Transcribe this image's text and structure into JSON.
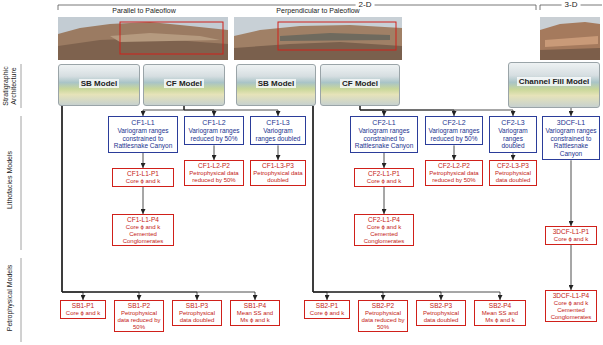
{
  "diagram": {
    "nodes": [
      {
        "text": [
          "SB Model"
        ]
      },
      {
        "text": [
          "CF Model"
        ]
      },
      {
        "text": [
          "SB Model"
        ]
      },
      {
        "text": [
          "CF Model"
        ]
      },
      {
        "text": [
          "Channel Fill Model"
        ]
      },
      {
        "text": [
          "CF1-L1",
          "Variogram ranges constrained to Rattlesnake Canyon"
        ]
      },
      {
        "text": [
          "CF1-L2",
          "Variogram ranges reduced by 50%"
        ]
      },
      {
        "text": [
          "CF1-L3",
          "Variogram ranges doubled"
        ]
      },
      {
        "text": [
          "CF2-L1",
          "Variogram ranges constrained to Rattlesnake Canyon"
        ]
      },
      {
        "text": [
          "CF2-L2",
          "Variogram ranges reduced by 50%"
        ]
      },
      {
        "text": [
          "CF2-L3",
          "Variogram ranges doubled"
        ]
      },
      {
        "text": [
          "3DCF-L1",
          "Variogram ranges constrained to Rattlesnake Canyon"
        ]
      },
      {
        "text": [
          "CF1-L1-P1",
          "Core ϕ and k"
        ]
      },
      {
        "text": [
          "CF1-L2-P2",
          "Petrophysical data reduced by 50%"
        ]
      },
      {
        "text": [
          "CF1-L3-P3",
          "Petrophysical data doubled"
        ]
      },
      {
        "text": [
          "CF2-L1-P1",
          "Core ϕ and k"
        ]
      },
      {
        "text": [
          "CF2-L2-P2",
          "Petrophysical data reduced by 50%"
        ]
      },
      {
        "text": [
          "CF2-L3-P3",
          "Petrophysical data doubled"
        ]
      },
      {
        "text": [
          "CF1-L1-P4",
          "Core ϕ and k Cemented Conglomerates"
        ]
      },
      {
        "text": [
          "CF2-L1-P4",
          "Core ϕ and k Cemented Conglomerates"
        ]
      },
      {
        "text": [
          "3DCF-L1-P1",
          "Core ϕ and k"
        ]
      },
      {
        "text": [
          "3DCF-L1-P4",
          "Core ϕ and k Cemented Conglomerates"
        ]
      },
      {
        "text": [
          "SB1-P1",
          "Core ϕ and k"
        ]
      },
      {
        "text": [
          "SB1-P2",
          "Petrophysical data reduced by 50%"
        ]
      },
      {
        "text": [
          "SB1-P3",
          "Petrophysical data doubled"
        ]
      },
      {
        "text": [
          "SB1-P4",
          "Mean SS and Ms ϕ and k"
        ]
      },
      {
        "text": [
          "SB2-P1",
          "Core ϕ and k"
        ]
      },
      {
        "text": [
          "SB2-P2",
          "Petrophysical data reduced by 50%"
        ]
      },
      {
        "text": [
          "SB2-P3",
          "Petrophysical data doubled"
        ]
      },
      {
        "text": [
          "SB2-P4",
          "Mean SS and Ms ϕ and k"
        ]
      }
    ],
    "edges": [
      {
        "from": 1,
        "to": 5,
        "arrow": "to"
      },
      {
        "from": 1,
        "to": 6,
        "arrow": "to"
      },
      {
        "from": 1,
        "to": 7,
        "arrow": "to"
      },
      {
        "from": 3,
        "to": 8,
        "arrow": "to"
      },
      {
        "from": 3,
        "to": 9,
        "arrow": "to"
      },
      {
        "from": 3,
        "to": 10,
        "arrow": "to"
      },
      {
        "from": 4,
        "to": 11,
        "arrow": "to"
      },
      {
        "from": 5,
        "to": 12,
        "arrow": "to"
      },
      {
        "from": 12,
        "to": 18,
        "arrow": "to"
      },
      {
        "from": 6,
        "to": 13,
        "arrow": "to"
      },
      {
        "from": 7,
        "to": 14,
        "arrow": "to"
      },
      {
        "from": 8,
        "to": 15,
        "arrow": "to"
      },
      {
        "from": 15,
        "to": 19,
        "arrow": "to"
      },
      {
        "from": 9,
        "to": 16,
        "arrow": "to"
      },
      {
        "from": 10,
        "to": 17,
        "arrow": "to"
      },
      {
        "from": 11,
        "to": 20,
        "arrow": "to"
      },
      {
        "from": 20,
        "to": 21,
        "arrow": "to"
      },
      {
        "from": 0,
        "to": 22,
        "arrow": "to"
      },
      {
        "from": 0,
        "to": 23,
        "arrow": "to"
      },
      {
        "from": 0,
        "to": 24,
        "arrow": "to"
      },
      {
        "from": 0,
        "to": 25,
        "arrow": "to"
      },
      {
        "from": 2,
        "to": 26,
        "arrow": "to"
      },
      {
        "from": 2,
        "to": 27,
        "arrow": "to"
      },
      {
        "from": 2,
        "to": 28,
        "arrow": "to"
      },
      {
        "from": 2,
        "to": 29,
        "arrow": "to"
      }
    ],
    "labels": [
      "2-D",
      "3-D",
      "Parallel to Paleoflow",
      "Perpendicular to Paleoflow",
      "Stratigraphic Architecture",
      "Lithofacies Models",
      "Petrophysical Models"
    ]
  }
}
